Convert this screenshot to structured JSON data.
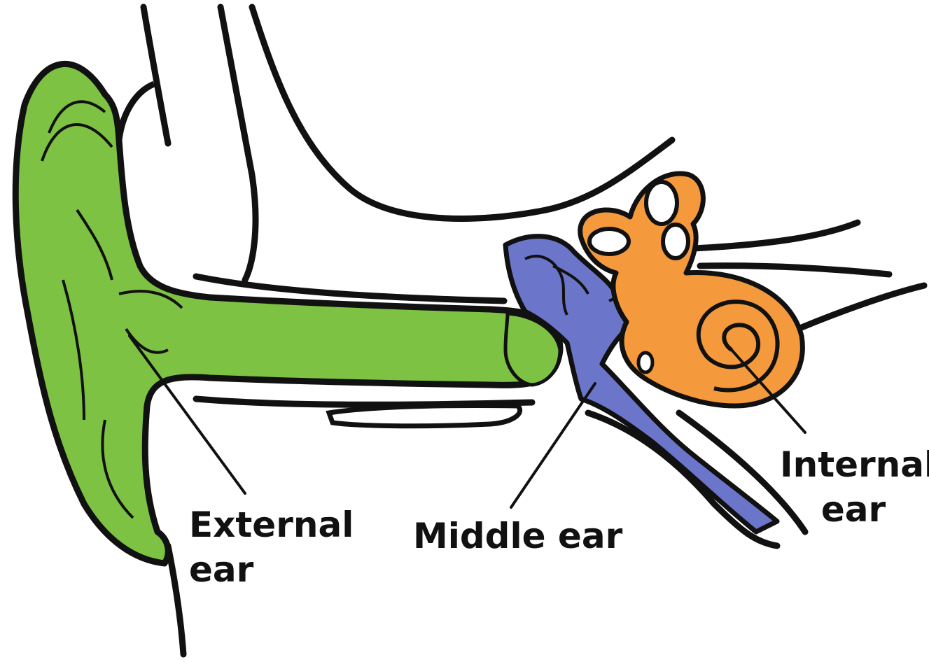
{
  "labels": {
    "external": [
      "External",
      "ear"
    ],
    "middle": "Middle ear",
    "internal": [
      "Internal",
      "ear"
    ]
  },
  "colors": {
    "external_ear": "#7dc242",
    "middle_ear": "#6b75c9",
    "internal_ear": "#f59a3c",
    "outline": "#111111",
    "background": "#ffffff"
  }
}
